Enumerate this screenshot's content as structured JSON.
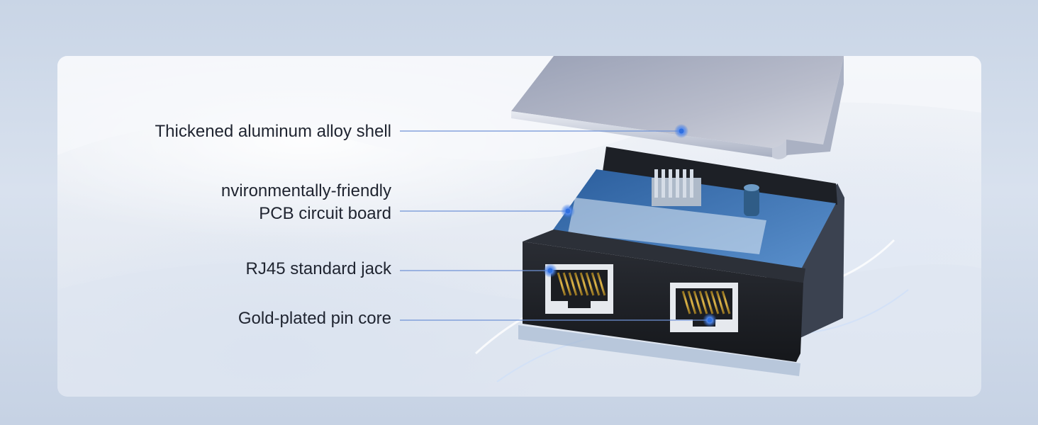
{
  "callouts": [
    {
      "text": "Thickened aluminum alloy shell"
    },
    {
      "lines": [
        "nvironmentally-friendly",
        "PCB circuit board"
      ]
    },
    {
      "text": "RJ45 standard jack"
    },
    {
      "text": "Gold-plated pin core"
    }
  ],
  "colors": {
    "accent": "#2f6fe0",
    "leader_line": "#6f92d6",
    "text": "#1f2430"
  }
}
